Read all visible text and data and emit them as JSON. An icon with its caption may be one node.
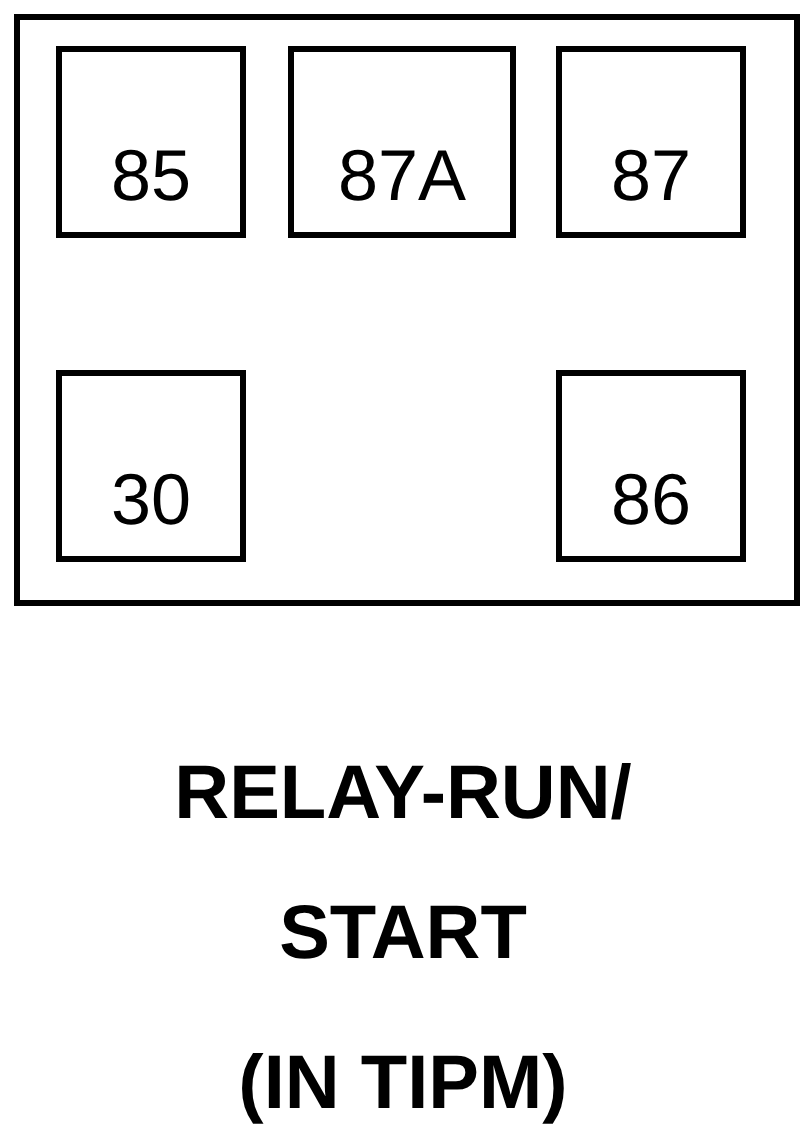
{
  "diagram": {
    "nodes": [
      {
        "text": [],
        "shape": "box"
      },
      {
        "text": [
          "85"
        ],
        "in": 0
      },
      {
        "text": [
          "87A"
        ],
        "in": 0
      },
      {
        "text": [
          "87"
        ],
        "in": 0
      },
      {
        "text": [
          "30"
        ],
        "in": 0
      },
      {
        "text": [
          "86"
        ],
        "in": 0
      }
    ],
    "labels": [
      "RELAY-RUN/ START",
      "(IN TIPM)"
    ]
  }
}
